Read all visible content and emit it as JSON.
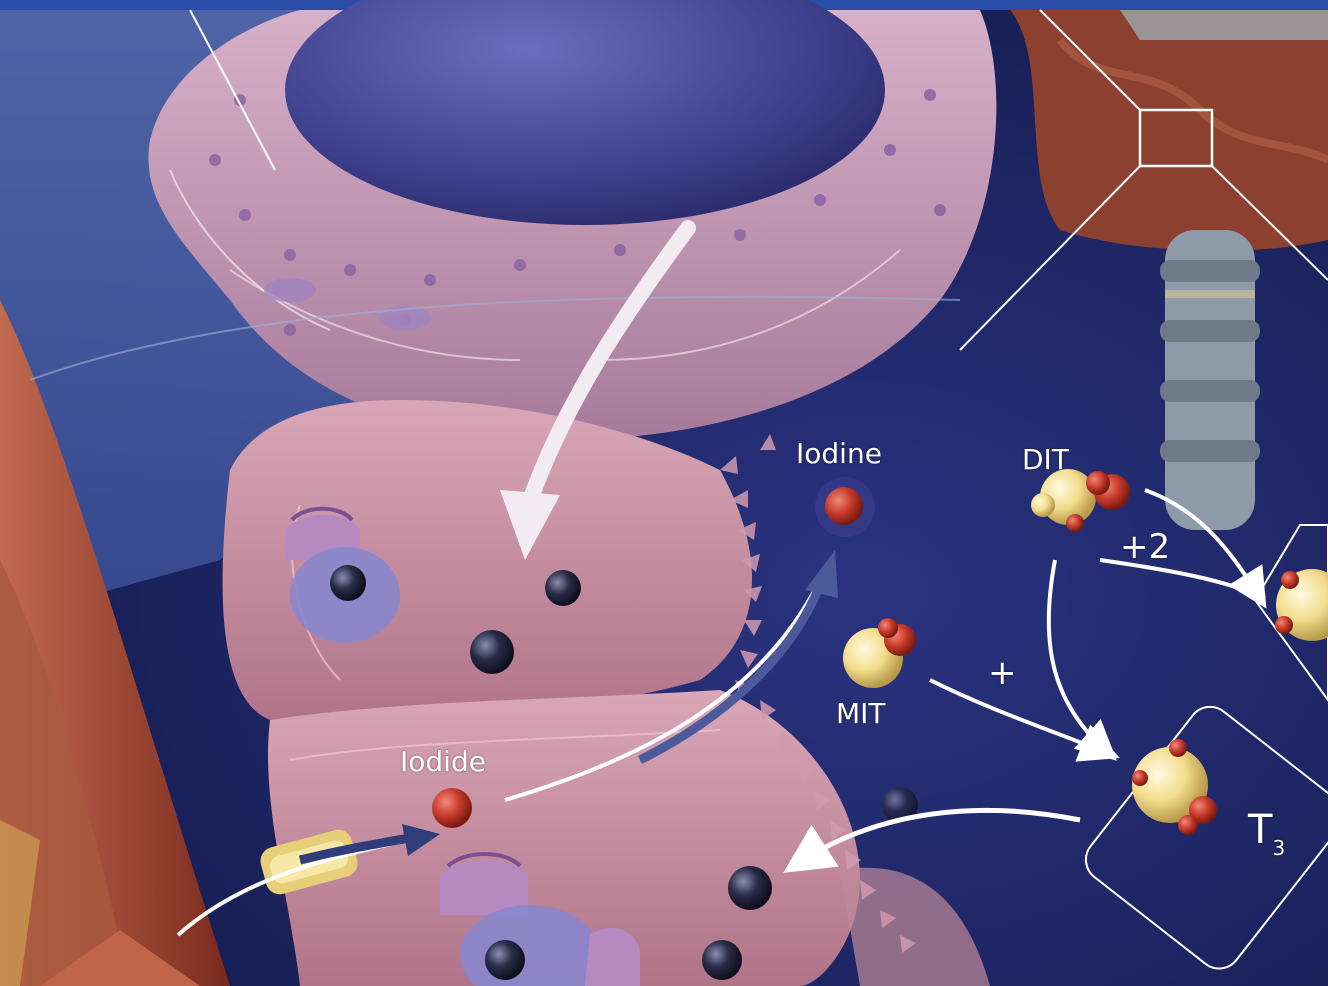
{
  "labels": {
    "iodine": "Iodine",
    "dit": "DIT",
    "plus_two": "+2",
    "plus": "+",
    "mit": "MIT",
    "iodide": "Iodide",
    "t3_letter": "T",
    "t3_subscript": "3"
  },
  "colors": {
    "background": "#1e2a6b",
    "top_bar": "#2a4ea8",
    "lumen": "#4a4fa0",
    "cell_pink": "#c98a9e",
    "colloid_lilac": "#a98cb3",
    "iodide_red": "#c63a2a",
    "hormone_yellow": "#f2dc8c",
    "blood_vessel": "#9a3b2a",
    "thyroid_gland": "#8b4030",
    "trachea": "#8e9aa8"
  },
  "icons": {
    "iodine_atom": "red-sphere-icon",
    "iodide_ion": "red-sphere-icon",
    "dit_molecule": "molecule-icon",
    "mit_molecule": "molecule-icon",
    "t3_molecule": "molecule-icon",
    "transporter": "channel-icon"
  }
}
